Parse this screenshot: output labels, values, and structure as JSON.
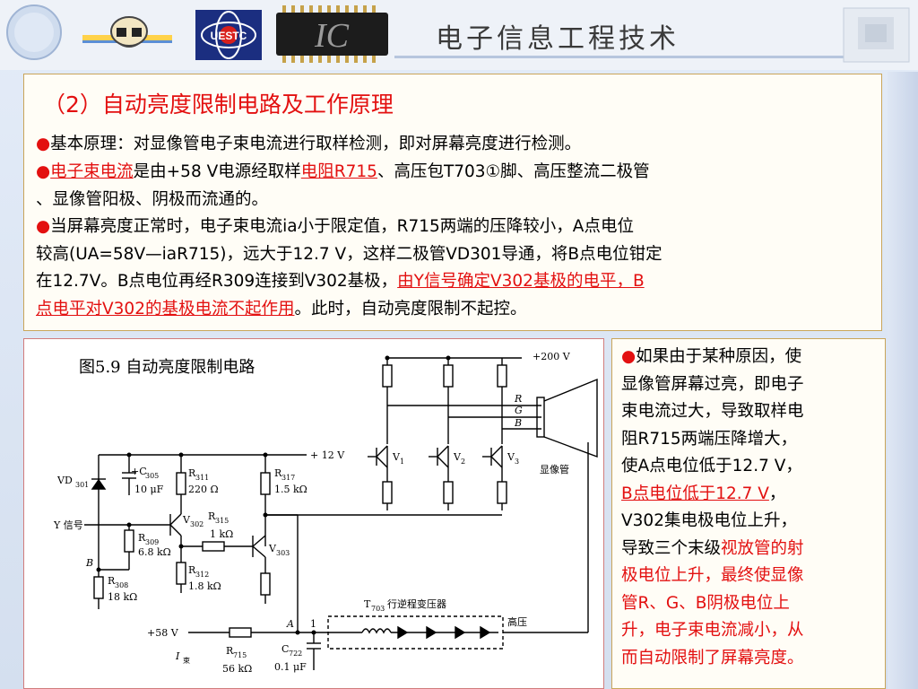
{
  "header": {
    "title": "电子信息工程技术",
    "logos": [
      "cartoon-logo-icon",
      "uestc-logo-icon",
      "chip-ic-icon",
      "building-icon"
    ],
    "uestc_text": "UESTC",
    "chip_text": "IC"
  },
  "section": {
    "title": "（2）自动亮度限制电路及工作原理"
  },
  "paragraphs": {
    "p1": "基本原理：对显像管电子束电流进行取样检测，即对屏幕亮度进行检测。",
    "p2_a": "电子束电流",
    "p2_b": "是由+58 V电源经取样",
    "p2_c": "电阻R715",
    "p2_d": "、高压包T703①脚、高压整流二极管",
    "p2_e": "、显像管阳极、阴极而流通的。",
    "p3_a": "当屏幕亮度正常时，电子束电流ia小于限定值，R715两端的压降较小，A点电位",
    "p3_b": "较高(UA=58V—iaR715)，远大于12.7 V，这样二极管VD301导通，将B点电位钳定",
    "p3_c": "在12.7V。B点电位再经R309连接到V302基极，",
    "p3_d": "由Y信号确定V302基极的电平，B",
    "p3_e": "点电平对V302的基极电流不起作用",
    "p3_f": "。此时，自动亮度限制不起控。"
  },
  "right_panel": {
    "r1": "如果由于某种原因，使",
    "r2": "显像管屏幕过亮，即电子",
    "r3": "束电流过大，导致取样电",
    "r4": "阻R715两端压降增大，",
    "r5": "使A点电位低于12.7 V，",
    "r6": "B点电位低于12.7 V",
    "r6b": "，",
    "r7": "V302集电极电位上升，",
    "r8_a": "导致三个末级",
    "r8_b": "视放管的射",
    "r9": "极电位上升，最终使显像",
    "r10": "管R、G、B阴极电位上",
    "r11": "升，电子束电流减小，从",
    "r12": "而自动限制了屏幕亮度。"
  },
  "figure": {
    "caption": "图5.9  自动亮度限制电路",
    "labels": {
      "v200": "+200 V",
      "v12": "+ 12  V",
      "v58": "+58 V",
      "r": "R",
      "g": "G",
      "b": "B",
      "crt": "显像管",
      "vd301": "VD",
      "vd301_sub": "301",
      "c305": "+C",
      "c305_sub": "305",
      "c305_val": "10 μF",
      "r311": "R",
      "r311_sub": "311",
      "r311_val": "220 Ω",
      "r317": "R",
      "r317_sub": "317",
      "r317_val": "1.5 kΩ",
      "v302": "V",
      "v302_sub": "302",
      "v303": "V",
      "v303_sub": "303",
      "r315": "R",
      "r315_sub": "315",
      "r315_val": "1 kΩ",
      "r309": "R",
      "r309_sub": "309",
      "r309_val": "6.8 kΩ",
      "r312": "R",
      "r312_sub": "312",
      "r312_val": "1.8 kΩ",
      "r308": "R",
      "r308_sub": "308",
      "r308_val": "18 kΩ",
      "y_signal": "Y 信号",
      "point_b": "B",
      "point_a": "A",
      "node_1": "1",
      "t703": "T",
      "t703_sub": "703",
      "t703_label": "行逆程变压器",
      "hv": "高压",
      "i_beam": "I",
      "i_beam_sub": "束",
      "r715": "R",
      "r715_sub": "715",
      "r715_val": "56 kΩ",
      "c722": "C",
      "c722_sub": "722",
      "c722_val": "0.1 μF",
      "v1": "V",
      "v1_sub": "1",
      "v2": "V",
      "v2_sub": "2",
      "v3": "V",
      "v3_sub": "3"
    }
  },
  "colors": {
    "accent_red": "#e31010",
    "box_border": "#c9a55a",
    "diagram_border": "#d17c7c",
    "header_bg": "#eef2f8"
  }
}
